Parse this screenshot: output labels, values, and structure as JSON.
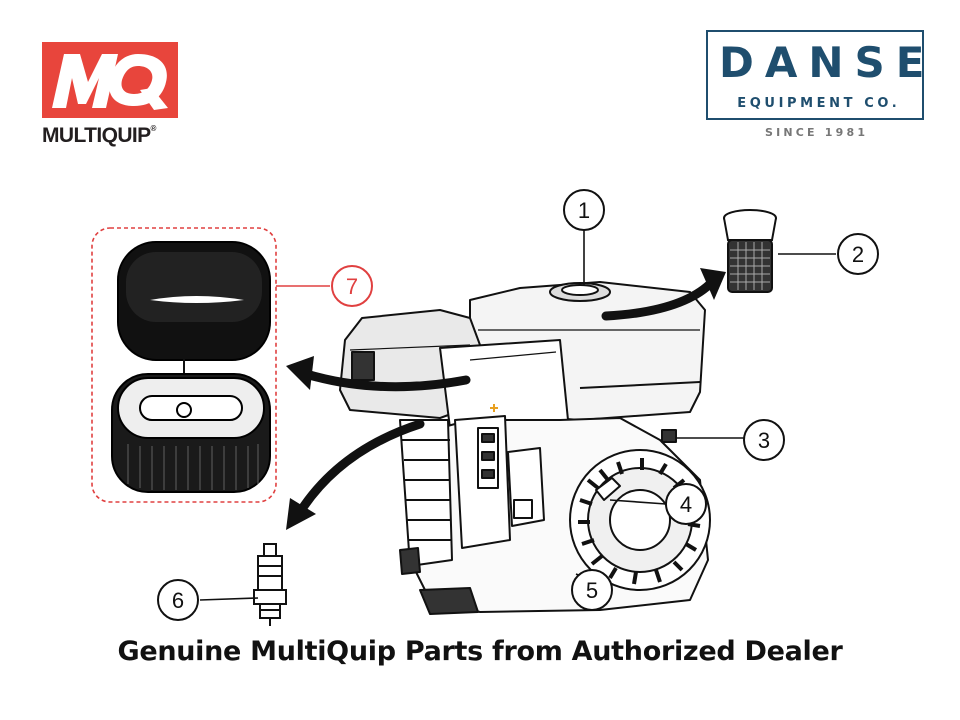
{
  "colors": {
    "mq_red": "#e8453c",
    "danse_blue": "#1f4e6e",
    "callout_red": "#e04040",
    "line": "#111111"
  },
  "logos": {
    "multiquip": {
      "badge": "MQ",
      "wordmark": "MULTIQUIP",
      "reg": "®"
    },
    "danse": {
      "name": "DANSE",
      "sub": "EQUIPMENT CO.",
      "since": "SINCE 1981"
    }
  },
  "callouts": [
    {
      "num": "1"
    },
    {
      "num": "2"
    },
    {
      "num": "3"
    },
    {
      "num": "4"
    },
    {
      "num": "5"
    },
    {
      "num": "6"
    },
    {
      "num": "7"
    }
  ],
  "caption": "Genuine MultiQuip Parts from Authorized Dealer"
}
